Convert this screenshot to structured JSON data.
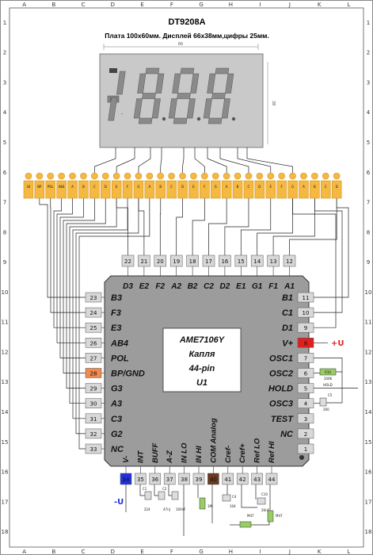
{
  "title": "DT9208A",
  "subtitle": "Плата 100х60мм. Дисплей 66х38мм,цифры 25мм.",
  "display": {
    "width_label": "66",
    "height_label": "38",
    "pol_label": "POL",
    "digits": "1888"
  },
  "grid": {
    "columns": [
      "A",
      "B",
      "C",
      "D",
      "E",
      "F",
      "G",
      "H",
      "I",
      "J",
      "K",
      "L"
    ],
    "rows": [
      "1",
      "2",
      "3",
      "4",
      "5",
      "6",
      "7",
      "8",
      "9",
      "10",
      "11",
      "12",
      "13",
      "14",
      "15",
      "16",
      "17",
      "18"
    ]
  },
  "connector_labels": [
    "34",
    "BP",
    "POL",
    "AB4",
    "A",
    "B",
    "C",
    "D",
    "E",
    "F",
    "G",
    "A",
    "B",
    "C",
    "D",
    "E",
    "F",
    "G",
    "A",
    "B",
    "C",
    "D",
    "E",
    "F",
    "G",
    "A",
    "B",
    "C",
    "D"
  ],
  "chip": {
    "name": "AME7106Y",
    "line2": "Капля",
    "line3": "44-pin",
    "line4": "U1"
  },
  "top_pins": [
    {
      "num": "22",
      "label": "D3"
    },
    {
      "num": "21",
      "label": "E2"
    },
    {
      "num": "20",
      "label": "F2"
    },
    {
      "num": "19",
      "label": "A2"
    },
    {
      "num": "18",
      "label": "B2"
    },
    {
      "num": "17",
      "label": "C2"
    },
    {
      "num": "16",
      "label": "D2"
    },
    {
      "num": "15",
      "label": "E1"
    },
    {
      "num": "14",
      "label": "G1"
    },
    {
      "num": "13",
      "label": "F1"
    },
    {
      "num": "12",
      "label": "A1"
    }
  ],
  "left_pins": [
    {
      "num": "23",
      "label": "B3"
    },
    {
      "num": "24",
      "label": "F3"
    },
    {
      "num": "25",
      "label": "E3"
    },
    {
      "num": "26",
      "label": "AB4"
    },
    {
      "num": "27",
      "label": "POL"
    },
    {
      "num": "28",
      "label": "BP/GND"
    },
    {
      "num": "29",
      "label": "G3"
    },
    {
      "num": "30",
      "label": "A3"
    },
    {
      "num": "31",
      "label": "C3"
    },
    {
      "num": "32",
      "label": "G2"
    },
    {
      "num": "33",
      "label": "NC"
    }
  ],
  "right_pins": [
    {
      "num": "11",
      "label": "B1"
    },
    {
      "num": "10",
      "label": "C1"
    },
    {
      "num": "9",
      "label": "D1"
    },
    {
      "num": "8",
      "label": "V+"
    },
    {
      "num": "7",
      "label": "OSC1"
    },
    {
      "num": "6",
      "label": "OSC2"
    },
    {
      "num": "5",
      "label": "HOLD"
    },
    {
      "num": "4",
      "label": "OSC3"
    },
    {
      "num": "3",
      "label": "TEST"
    },
    {
      "num": "2",
      "label": "NC"
    },
    {
      "num": "1",
      "label": ""
    }
  ],
  "bottom_pins": [
    {
      "num": "34",
      "label": "V-"
    },
    {
      "num": "35",
      "label": "INT"
    },
    {
      "num": "36",
      "label": "BUFF"
    },
    {
      "num": "37",
      "label": "A-Z"
    },
    {
      "num": "38",
      "label": "IN LO"
    },
    {
      "num": "39",
      "label": "IN HI"
    },
    {
      "num": "40",
      "label": "COM Analog"
    },
    {
      "num": "41",
      "label": "Cref-"
    },
    {
      "num": "42",
      "label": "Cref+"
    },
    {
      "num": "43",
      "label": "Ref LO"
    },
    {
      "num": "44",
      "label": "Ref HI"
    }
  ],
  "supply": {
    "plus": "+U",
    "minus": "-U"
  },
  "parts": {
    "r_osc": "R10",
    "r_osc_val": "100K",
    "hold": "HOLD",
    "c5": "C5",
    "c5_val": "260",
    "c1": "C1",
    "c1_val": "224",
    "c2": "C2",
    "c2_val": "47nJ",
    "c3_val": "100nF",
    "r1m": "1M",
    "c4": "C4",
    "c4_val": "104",
    "c10": "C10",
    "c10_val": "26nF",
    "m47a": "M47",
    "m47b": "M47"
  },
  "colors": {
    "pad": "#f5b942",
    "pad_dark": "#d18f1a",
    "chip": "#a0a0a0",
    "chip_top": "#bdbdbd",
    "pin": "#d8d8d8",
    "pin28": "#f08a50",
    "pin8": "#e02020",
    "pin34": "#2030e0",
    "pin40": "#6a3a20",
    "display": "#c8c8c8"
  }
}
